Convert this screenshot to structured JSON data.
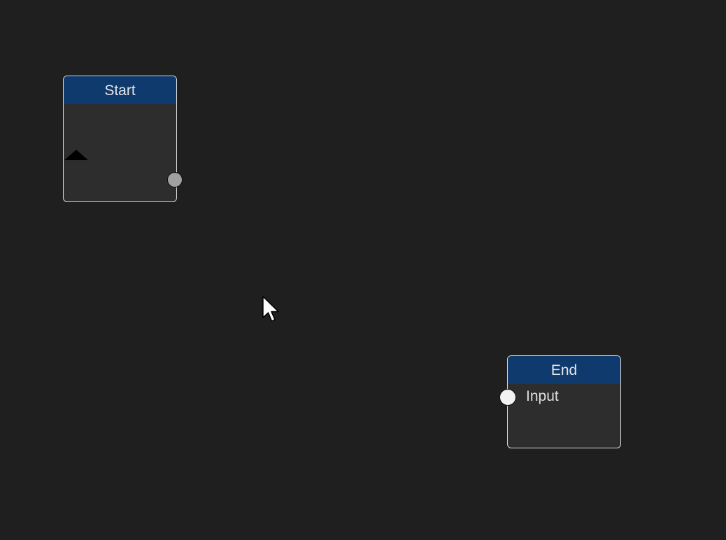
{
  "nodes": {
    "start": {
      "title": "Start"
    },
    "end": {
      "title": "End",
      "input_label": "Input"
    }
  },
  "colors": {
    "canvas_background": "#1f1f1f",
    "node_body": "#2d2d2d",
    "node_header": "#0f3a6e",
    "node_border": "#d9d9d9",
    "output_port": "#a0a0a0",
    "input_port": "#f2f2f2"
  },
  "icons": {
    "collapse": "triangle-up-icon",
    "cursor": "mouse-pointer-icon"
  }
}
